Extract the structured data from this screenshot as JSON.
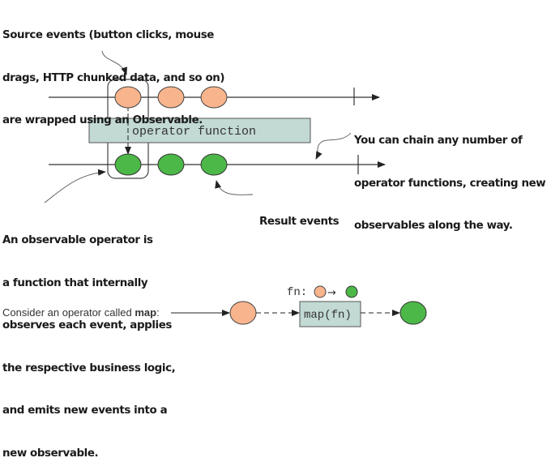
{
  "annotations": {
    "source_events": [
      "Source events (button clicks, mouse",
      "drags, HTTP chunked data, and so on)",
      "are wrapped using an Observable."
    ],
    "chain": [
      "You can chain any number of",
      "operator functions, creating new",
      "observables along the way."
    ],
    "result_events": "Result events",
    "observable_operator": [
      "An observable operator is",
      "a function that internally",
      "observes each event, applies",
      "the respective business logic,",
      "and emits new events into a",
      "new observable."
    ]
  },
  "diagram": {
    "operator_label": "operator function",
    "source_event_count": 3,
    "result_event_count": 3,
    "colors": {
      "source_event": "#f8b48c",
      "result_event": "#4cb848",
      "operator_box": "#c2d9d4",
      "stroke": "#333333"
    }
  },
  "map_example": {
    "intro": "Consider an operator called ",
    "intro_bold": "map",
    "intro_suffix": ":",
    "fn_label": "fn:",
    "box_label": "map(fn)"
  }
}
